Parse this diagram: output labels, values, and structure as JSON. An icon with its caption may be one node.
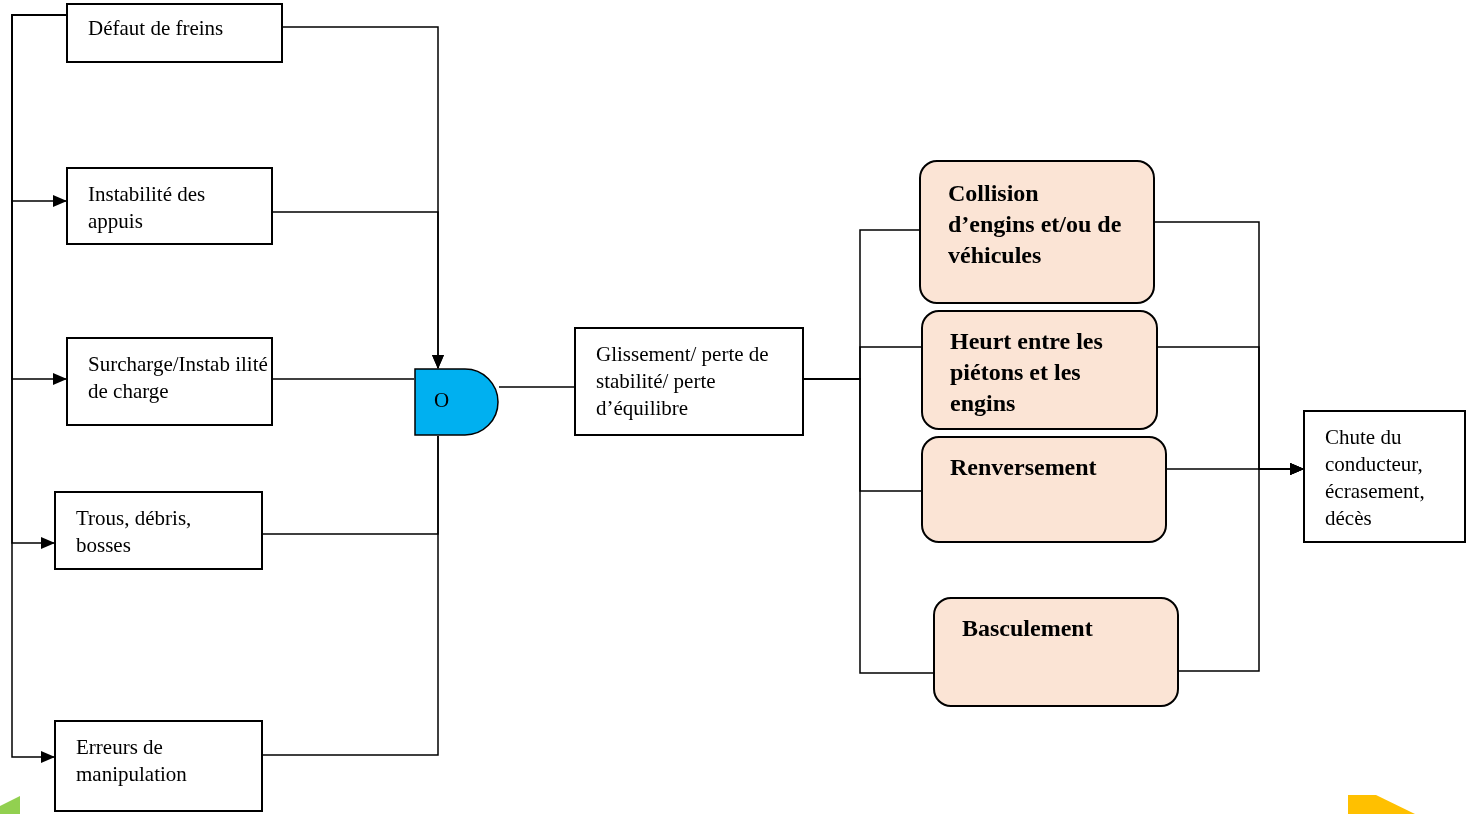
{
  "diagram": {
    "nodes": [
      {
        "text": [
          "Défaut de freins"
        ]
      },
      {
        "text": [
          "Instabilité des appuis"
        ]
      },
      {
        "text": [
          "Surcharge/Instab ilité de charge"
        ]
      },
      {
        "text": [
          "Trous, débris, bosses"
        ]
      },
      {
        "text": [
          "Erreurs de manipulation"
        ]
      },
      {
        "text": [
          "O"
        ]
      },
      {
        "text": [
          "Glissement/ perte de stabilité/ perte d’équilibre"
        ]
      },
      {
        "text": [
          "Collision d’engins et/ou de véhicules"
        ]
      },
      {
        "text": [
          "Heurt entre les piétons et les engins"
        ]
      },
      {
        "text": [
          "Renversement"
        ]
      },
      {
        "text": [
          "Basculement"
        ]
      },
      {
        "text": [
          "Chute du conducteur, écrasement, décès"
        ]
      }
    ],
    "edges": [
      {
        "from": 0,
        "to": 1,
        "arrow": "to"
      },
      {
        "from": 0,
        "to": 2,
        "arrow": "to"
      },
      {
        "from": 0,
        "to": 3,
        "arrow": "to"
      },
      {
        "from": 0,
        "to": 4,
        "arrow": "to"
      },
      {
        "from": 0,
        "to": 5,
        "arrow": "to"
      },
      {
        "from": 1,
        "to": 5,
        "arrow": "to"
      },
      {
        "from": 2,
        "to": 5,
        "arrow": "none"
      },
      {
        "from": 3,
        "to": 5,
        "arrow": "none"
      },
      {
        "from": 4,
        "to": 5,
        "arrow": "none"
      },
      {
        "from": 5,
        "to": 6,
        "arrow": "none"
      },
      {
        "from": 6,
        "to": 7,
        "arrow": "none"
      },
      {
        "from": 6,
        "to": 8,
        "arrow": "none"
      },
      {
        "from": 6,
        "to": 9,
        "arrow": "none"
      },
      {
        "from": 6,
        "to": 10,
        "arrow": "none"
      },
      {
        "from": 7,
        "to": 11,
        "arrow": "to"
      },
      {
        "from": 8,
        "to": 11,
        "arrow": "to"
      },
      {
        "from": 9,
        "to": 11,
        "arrow": "to"
      },
      {
        "from": 10,
        "to": 11,
        "arrow": "to"
      }
    ]
  }
}
